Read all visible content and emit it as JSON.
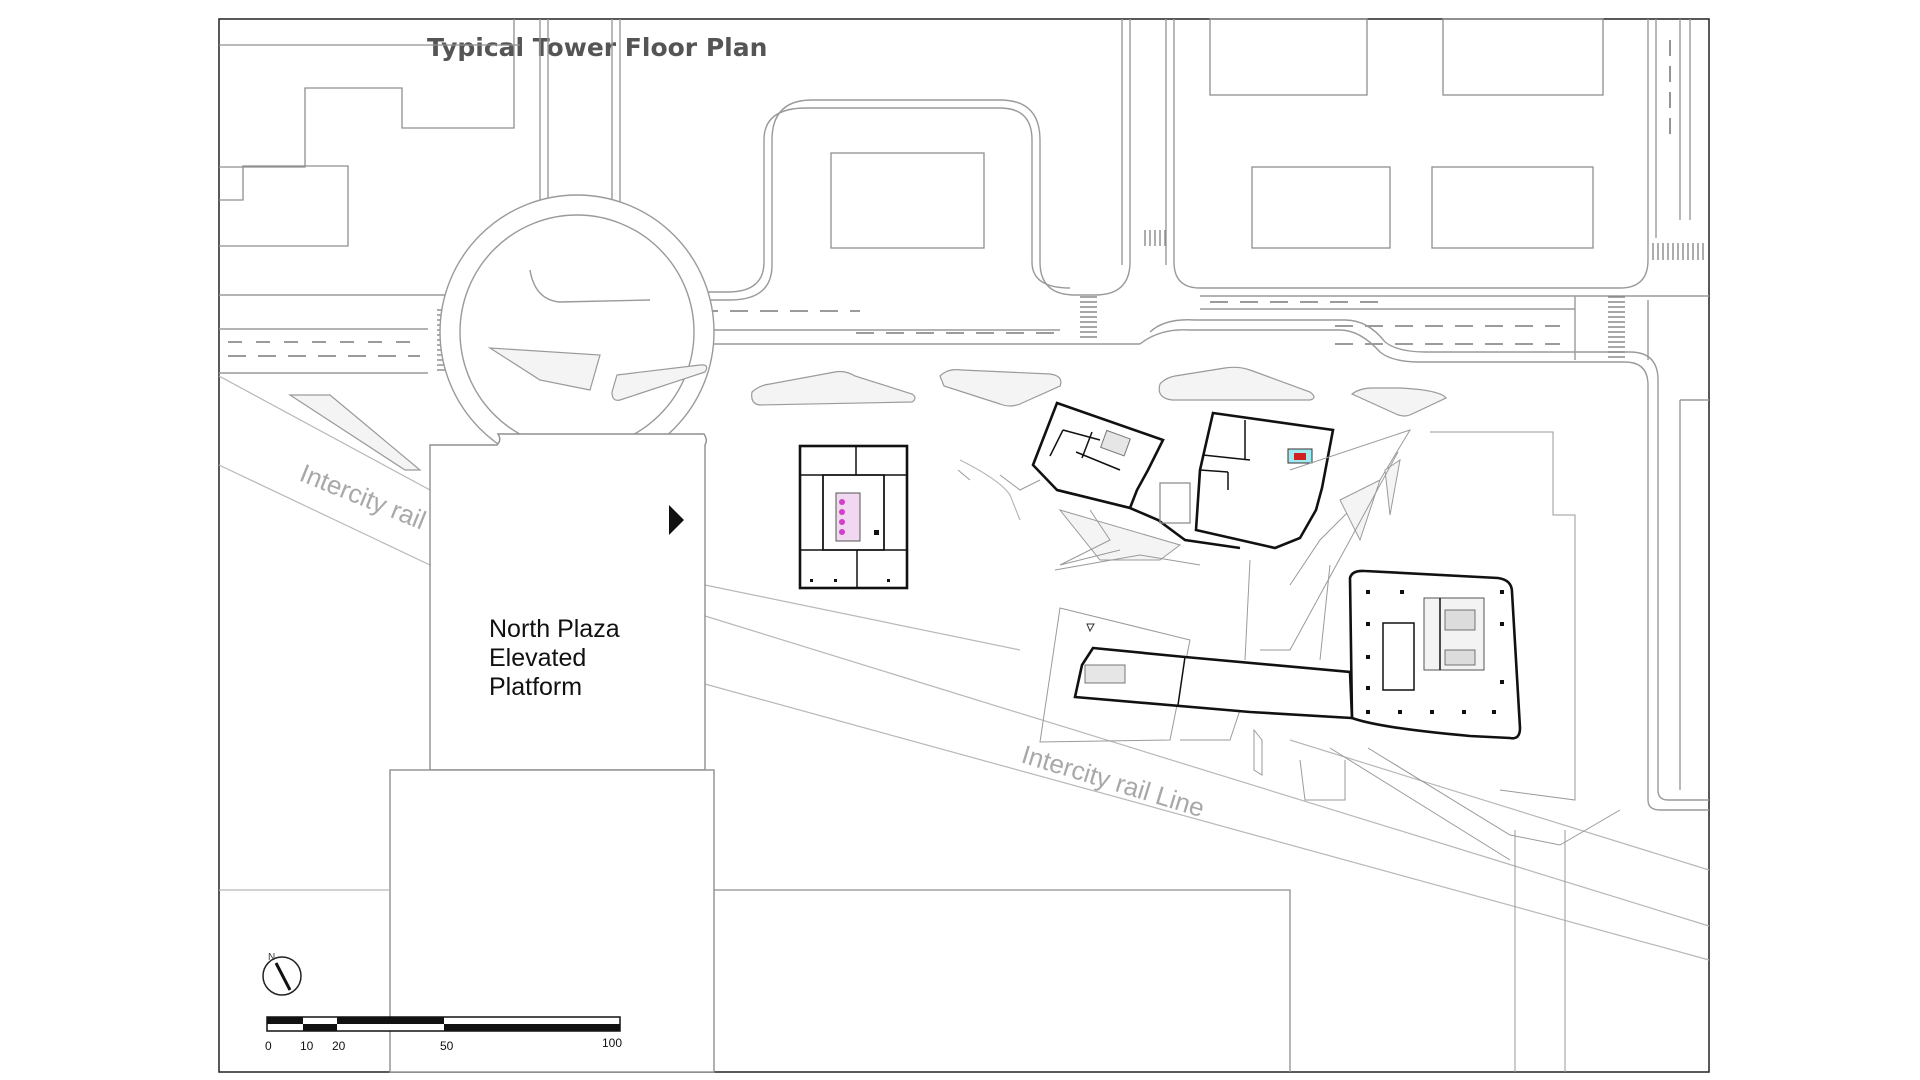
{
  "title": "Typical Tower Floor Plan",
  "labels": {
    "rail_upper": "Intercity rail",
    "rail_lower": "Intercity rail Line",
    "plaza_line1": "North Plaza",
    "plaza_line2": "Elevated",
    "plaza_line3": "Platform",
    "north": "N"
  },
  "scale_bar": {
    "ticks": [
      "0",
      "10",
      "20",
      "50",
      "100"
    ]
  },
  "colors": {
    "line_dark": "#111111",
    "line_light": "#9a9a9a",
    "rail_text": "#a8a8a8",
    "title_text": "#555555",
    "core_accent_magenta": "#d040c8",
    "core_accent_cyan": "#3ad0e0",
    "core_accent_red": "#d02020"
  }
}
